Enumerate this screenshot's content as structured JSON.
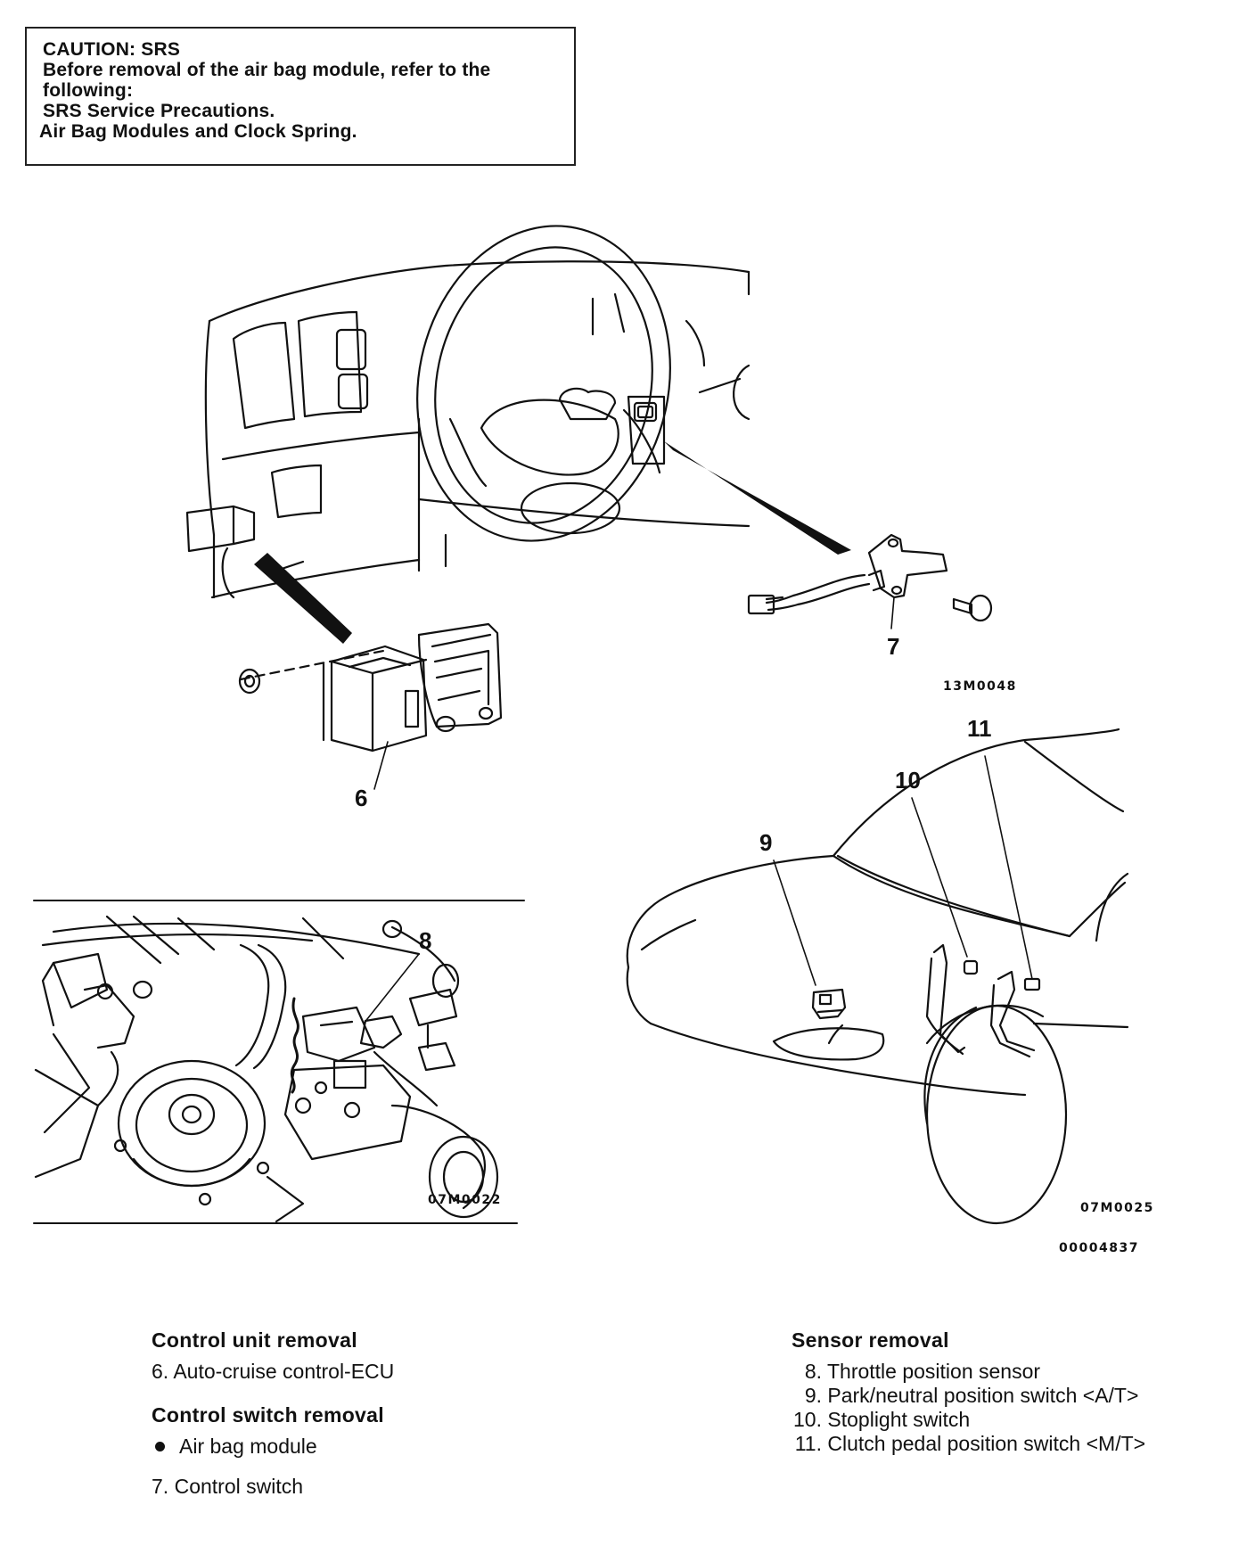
{
  "caution": {
    "lines": [
      "CAUTION: SRS",
      "Before removal of the air bag module, refer to the",
      "following:",
      "SRS Service Precautions.",
      "Air Bag Modules and Clock Spring."
    ]
  },
  "callouts": {
    "c6": "6",
    "c7": "7",
    "c8": "8",
    "c9": "9",
    "c10": "10",
    "c11": "11"
  },
  "figure_codes": {
    "dash": "13M0048",
    "engine": "07M0022",
    "car": "07M0025",
    "page": "00004837"
  },
  "legend": {
    "control_unit": {
      "heading": "Control unit removal",
      "items": [
        {
          "num": "6.",
          "text": "Auto-cruise control-ECU"
        }
      ]
    },
    "control_switch": {
      "heading": "Control switch removal",
      "bullet_item": "Air bag module",
      "items": [
        {
          "num": "7.",
          "text": "Control switch"
        }
      ]
    },
    "sensor": {
      "heading": "Sensor removal",
      "items": [
        {
          "num": "8.",
          "text": "Throttle position sensor"
        },
        {
          "num": "9.",
          "text": "Park/neutral position switch <A/T>"
        },
        {
          "num": "10.",
          "text": "Stoplight switch"
        },
        {
          "num": "11.",
          "text": "Clutch pedal position switch <M/T>"
        }
      ]
    }
  }
}
